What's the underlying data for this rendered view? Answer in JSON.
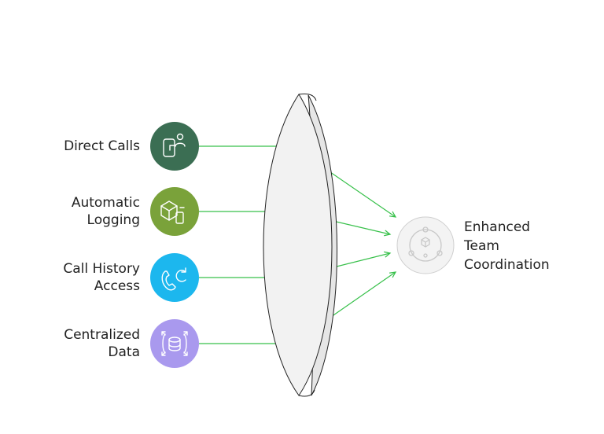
{
  "inputs": [
    {
      "id": "direct-calls",
      "lines": [
        "Direct Calls"
      ],
      "color": "#3b6e53",
      "icon": "phone-user-icon"
    },
    {
      "id": "automatic-logging",
      "lines": [
        "Automatic",
        "Logging"
      ],
      "color": "#7aa23a",
      "icon": "box-pen-icon"
    },
    {
      "id": "call-history-access",
      "lines": [
        "Call History",
        "Access"
      ],
      "color": "#1cb7ee",
      "icon": "phone-refresh-icon"
    },
    {
      "id": "centralized-data",
      "lines": [
        "Centralized",
        "Data"
      ],
      "color": "#a999ee",
      "icon": "database-arrows-icon"
    }
  ],
  "output": {
    "lines": [
      "Enhanced",
      "Team",
      "Coordination"
    ],
    "icon": "network-hub-icon"
  },
  "colors": {
    "connector": "#37c04a",
    "lens_fill": "#f2f2f2",
    "lens_stroke": "#222222",
    "output_circle_fill": "#f3f3f3",
    "output_circle_stroke": "#cfcfcf"
  }
}
